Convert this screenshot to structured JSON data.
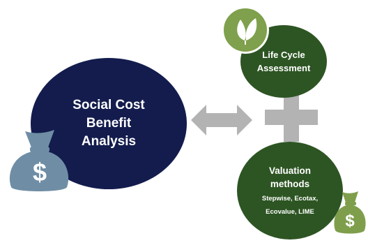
{
  "colors": {
    "navy": "#131c4d",
    "green": "#2d5523",
    "leaf_badge": "#7fa04c",
    "arrow": "#b3b3b3",
    "moneybag_large": "#6f8ea5",
    "moneybag_small": "#7f9e4c"
  },
  "nodes": {
    "scba": {
      "line1": "Social Cost",
      "line2": "Benefit",
      "line3": "Analysis"
    },
    "lca": {
      "line1": "Life Cycle",
      "line2": "Assessment"
    },
    "valuation": {
      "line1": "Valuation",
      "line2": "methods",
      "sub1": "Stepwise, Ecotax,",
      "sub2": "Ecovalue, LIME"
    }
  },
  "icons": {
    "leaf": "leaf-icon",
    "money_large": "money-bag-icon",
    "money_small": "money-bag-icon",
    "arrow": "double-arrow-icon",
    "plus": "plus-icon"
  }
}
